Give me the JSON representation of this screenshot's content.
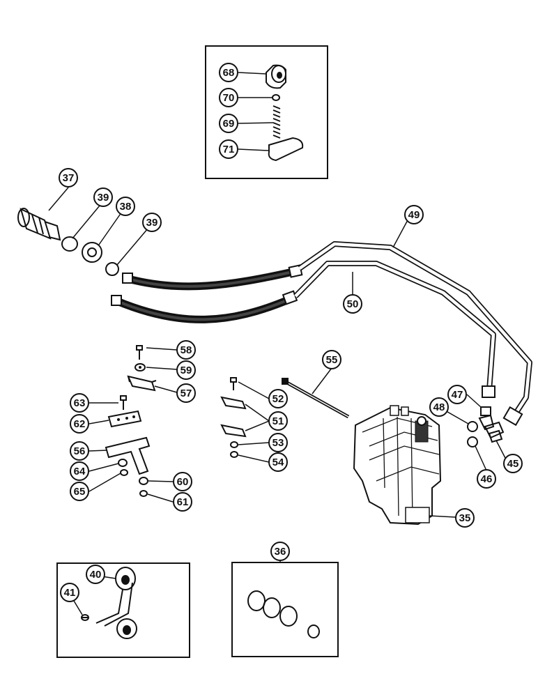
{
  "callouts": [
    {
      "id": "c68",
      "label": "68"
    },
    {
      "id": "c70",
      "label": "70"
    },
    {
      "id": "c69",
      "label": "69"
    },
    {
      "id": "c71",
      "label": "71"
    },
    {
      "id": "c37",
      "label": "37"
    },
    {
      "id": "c39a",
      "label": "39"
    },
    {
      "id": "c38",
      "label": "38"
    },
    {
      "id": "c39b",
      "label": "39"
    },
    {
      "id": "c49",
      "label": "49"
    },
    {
      "id": "c50",
      "label": "50"
    },
    {
      "id": "c58",
      "label": "58"
    },
    {
      "id": "c59",
      "label": "59"
    },
    {
      "id": "c57",
      "label": "57"
    },
    {
      "id": "c63",
      "label": "63"
    },
    {
      "id": "c62",
      "label": "62"
    },
    {
      "id": "c56",
      "label": "56"
    },
    {
      "id": "c64",
      "label": "64"
    },
    {
      "id": "c65",
      "label": "65"
    },
    {
      "id": "c60",
      "label": "60"
    },
    {
      "id": "c61",
      "label": "61"
    },
    {
      "id": "c55",
      "label": "55"
    },
    {
      "id": "c52",
      "label": "52"
    },
    {
      "id": "c51",
      "label": "51"
    },
    {
      "id": "c53",
      "label": "53"
    },
    {
      "id": "c54",
      "label": "54"
    },
    {
      "id": "c47",
      "label": "47"
    },
    {
      "id": "c48",
      "label": "48"
    },
    {
      "id": "c46",
      "label": "46"
    },
    {
      "id": "c45",
      "label": "45"
    },
    {
      "id": "c35",
      "label": "35"
    },
    {
      "id": "c36",
      "label": "36"
    },
    {
      "id": "c40",
      "label": "40"
    },
    {
      "id": "c41",
      "label": "41"
    }
  ]
}
